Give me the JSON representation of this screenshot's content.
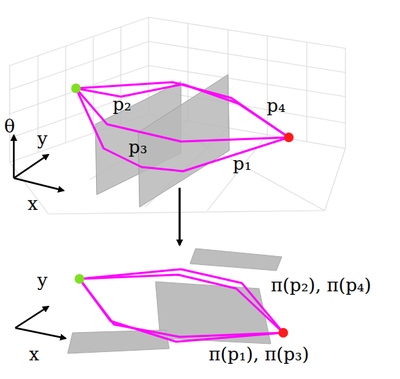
{
  "diagram": {
    "labels": [
      "θ",
      "y",
      "x",
      "p₂",
      "p₃",
      "p₄",
      "p₁",
      "y",
      "x",
      "π(p₂), π(p₄)",
      "π(p₁), π(p₃)"
    ]
  }
}
